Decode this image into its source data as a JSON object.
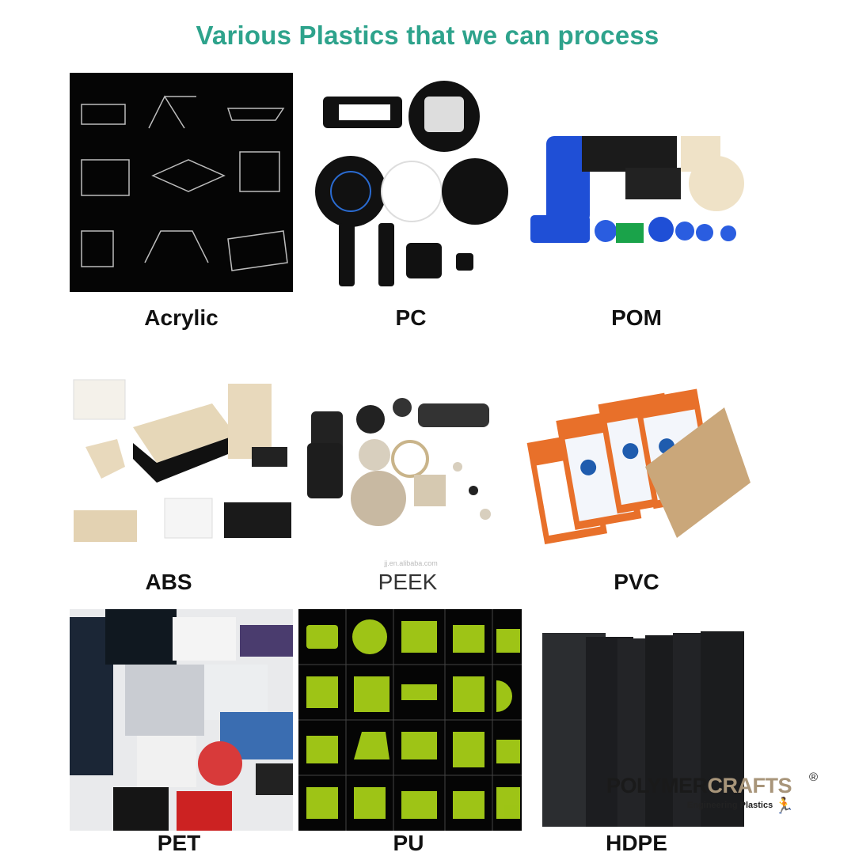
{
  "title": "Various Plastics that we can process",
  "materials": [
    {
      "label": "Acrylic"
    },
    {
      "label": "PC"
    },
    {
      "label": "POM"
    },
    {
      "label": "ABS"
    },
    {
      "label": "PEEK",
      "watermark": "jj.en.alibaba.com"
    },
    {
      "label": "PVC"
    },
    {
      "label": "PET"
    },
    {
      "label": "PU"
    },
    {
      "label": "HDPE"
    }
  ],
  "logo": {
    "brand_dark": "POLYMER",
    "brand_light": "CRAFTS",
    "registered": "®",
    "tagline": "Engineering Plastics"
  },
  "colors": {
    "title": "#2ea38c",
    "logo_accent": "#a8957a"
  }
}
